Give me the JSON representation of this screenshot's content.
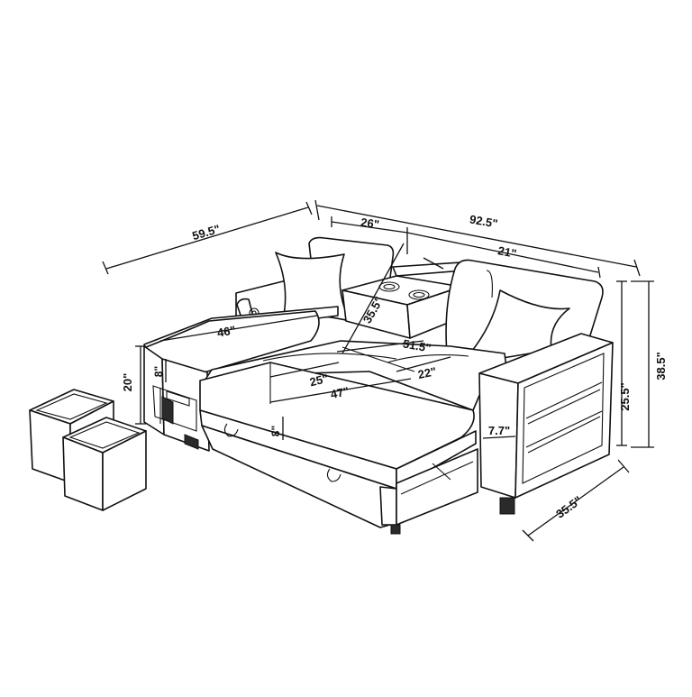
{
  "dimensions": {
    "chaise_length": "59.5\"",
    "total_width": "92.5\"",
    "chaise_depth": "26\"",
    "console_to_end": "21\"",
    "chaise_seat_width": "46\"",
    "diagonal": "35.5\"",
    "seat_width": "51.5\"",
    "seat_depth": "22\"",
    "bed_width": "47\"",
    "bed_depth": "25\"",
    "bed_thickness": "8\"",
    "chaise_cushion": "8\"",
    "seat_height": "20\"",
    "total_height": "38.5\"",
    "arm_height": "25.5\"",
    "depth": "35.5\"",
    "arm_width": "7.7\""
  },
  "colors": {
    "line": "#111111",
    "background": "#ffffff",
    "accent_dark": "#2a2a2a"
  }
}
